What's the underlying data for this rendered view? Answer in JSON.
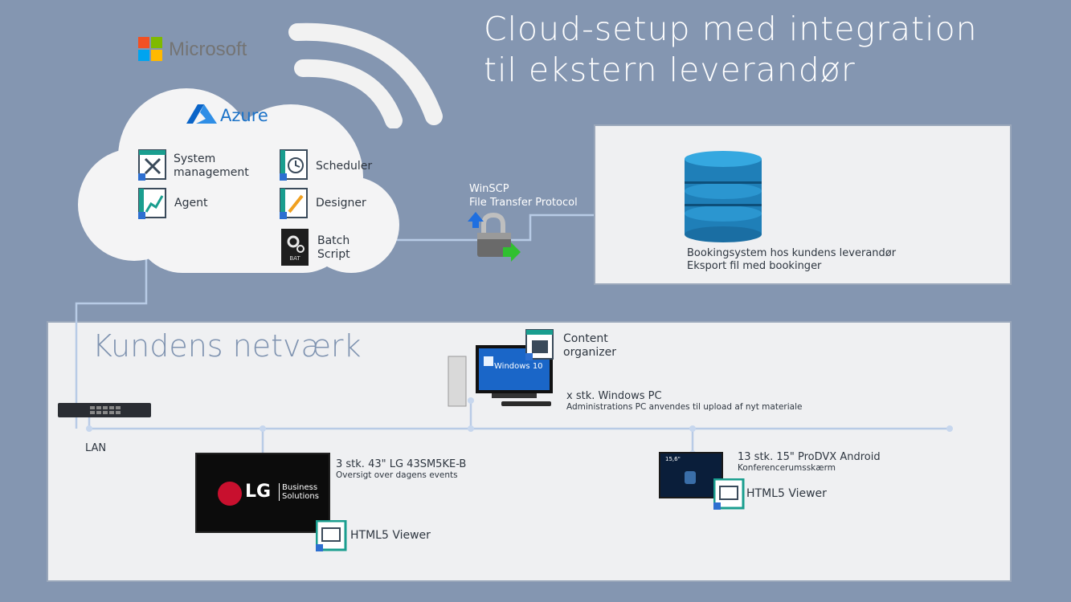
{
  "title": {
    "line1": "Cloud-setup med integration",
    "line2": "til ekstern leverandør"
  },
  "microsoft": {
    "label": "Microsoft"
  },
  "azure": {
    "label": "Azure",
    "apps": [
      {
        "label1": "System",
        "label2": "management",
        "icon": "system-management-icon"
      },
      {
        "label1": "Agent",
        "icon": "agent-icon"
      },
      {
        "label1": "Scheduler",
        "icon": "scheduler-icon"
      },
      {
        "label1": "Designer",
        "icon": "designer-icon"
      },
      {
        "label1": "Batch",
        "label2": "Script",
        "icon": "batch-script-icon",
        "badge": "BAT"
      }
    ]
  },
  "winscp": {
    "line1": "WinSCP",
    "line2": "File Transfer Protocol"
  },
  "booking": {
    "line1": "Bookingsystem hos kundens leverandør",
    "line2": "Eksport fil med bookinger"
  },
  "network": {
    "title": "Kundens netværk",
    "lan_label": "LAN",
    "content_organizer": {
      "line1": "Content",
      "line2": "organizer"
    },
    "windows_pc": {
      "line1": "x stk. Windows PC",
      "line2": "Administrations PC anvendes til upload af nyt materiale",
      "screen": "Windows 10"
    },
    "lg": {
      "line1": "3 stk. 43\" LG 43SM5KE-B",
      "line2": "Oversigt over dagens events",
      "viewer": "HTML5 Viewer",
      "brand": "LG",
      "brand_sub1": "Business",
      "brand_sub2": "Solutions"
    },
    "prodvx": {
      "line1": "13 stk. 15\" ProDVX Android",
      "line2": "Konferencerumsskærm",
      "viewer": "HTML5 Viewer",
      "screen_tag": "15,6\""
    }
  },
  "colors": {
    "background": "#8496b1",
    "line": "#b8cbe6",
    "teal": "#1a9e8f",
    "panel": "#eff0f2"
  }
}
